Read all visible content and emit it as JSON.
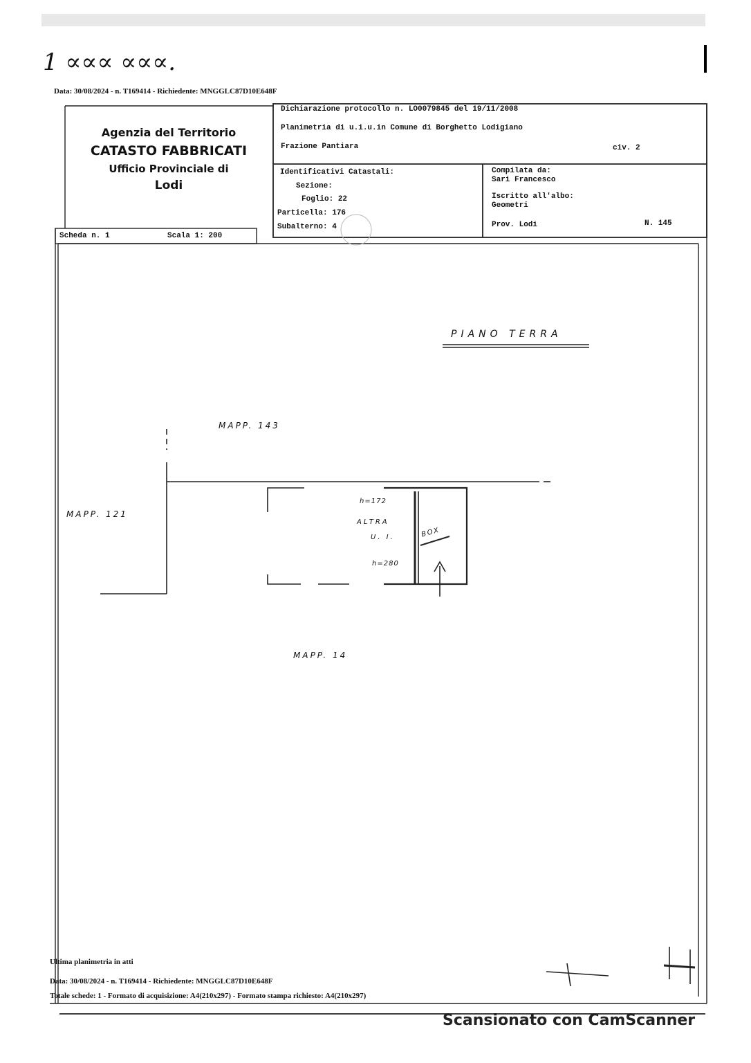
{
  "scan_header": {
    "handwritten_note": "1 ∝∝∝ ∝∝∝."
  },
  "header_line": "Data: 30/08/2024 - n. T169414 - Richiedente: MNGGLC87D10E648F",
  "agency": {
    "line1": "Agenzia del Territorio",
    "line2": "CATASTO FABBRICATI",
    "line3": "Ufficio Provinciale di",
    "line4": "Lodi"
  },
  "declaration": {
    "protocol": "Dichiarazione protocollo n. LO0079845 del  19/11/2008",
    "plan": "Planimetria di u.i.u.in Comune di Borghetto Lodigiano",
    "frazione": "Frazione Pantiara",
    "civico": "civ. 2"
  },
  "identifiers": {
    "title": "Identificativi Catastali:",
    "sezione": "Sezione:",
    "foglio": "Foglio: 22",
    "particella": "Particella: 176",
    "subalterno": "Subalterno: 4"
  },
  "compiler": {
    "label": "Compilata da:",
    "name": "Sari Francesco",
    "albo_label": "Iscritto all'albo:",
    "albo": "Geometri",
    "prov": "Prov. Lodi",
    "number": "N.   145"
  },
  "sheet": {
    "scheda": "Scheda n. 1",
    "scala": "Scala 1: 200"
  },
  "plan": {
    "floor": "PIANO TERRA",
    "mapp_143": "MAPP. 143",
    "mapp_121": "MAPP. 121",
    "mapp_14": "MAPP. 14",
    "h1": "h=172",
    "h2": "h=280",
    "other_unit_1": "ALTRA",
    "other_unit_2": "U. I.",
    "box": "BOX"
  },
  "footer": {
    "last_plan": "Ultima planimetria in atti",
    "data_line": "Data: 30/08/2024 - n. T169414 - Richiedente: MNGGLC87D10E648F",
    "totals": "Totale schede: 1 - Formato di acquisizione: A4(210x297)  - Formato stampa richiesto: A4(210x297)"
  },
  "watermark": "Scansionato con CamScanner"
}
